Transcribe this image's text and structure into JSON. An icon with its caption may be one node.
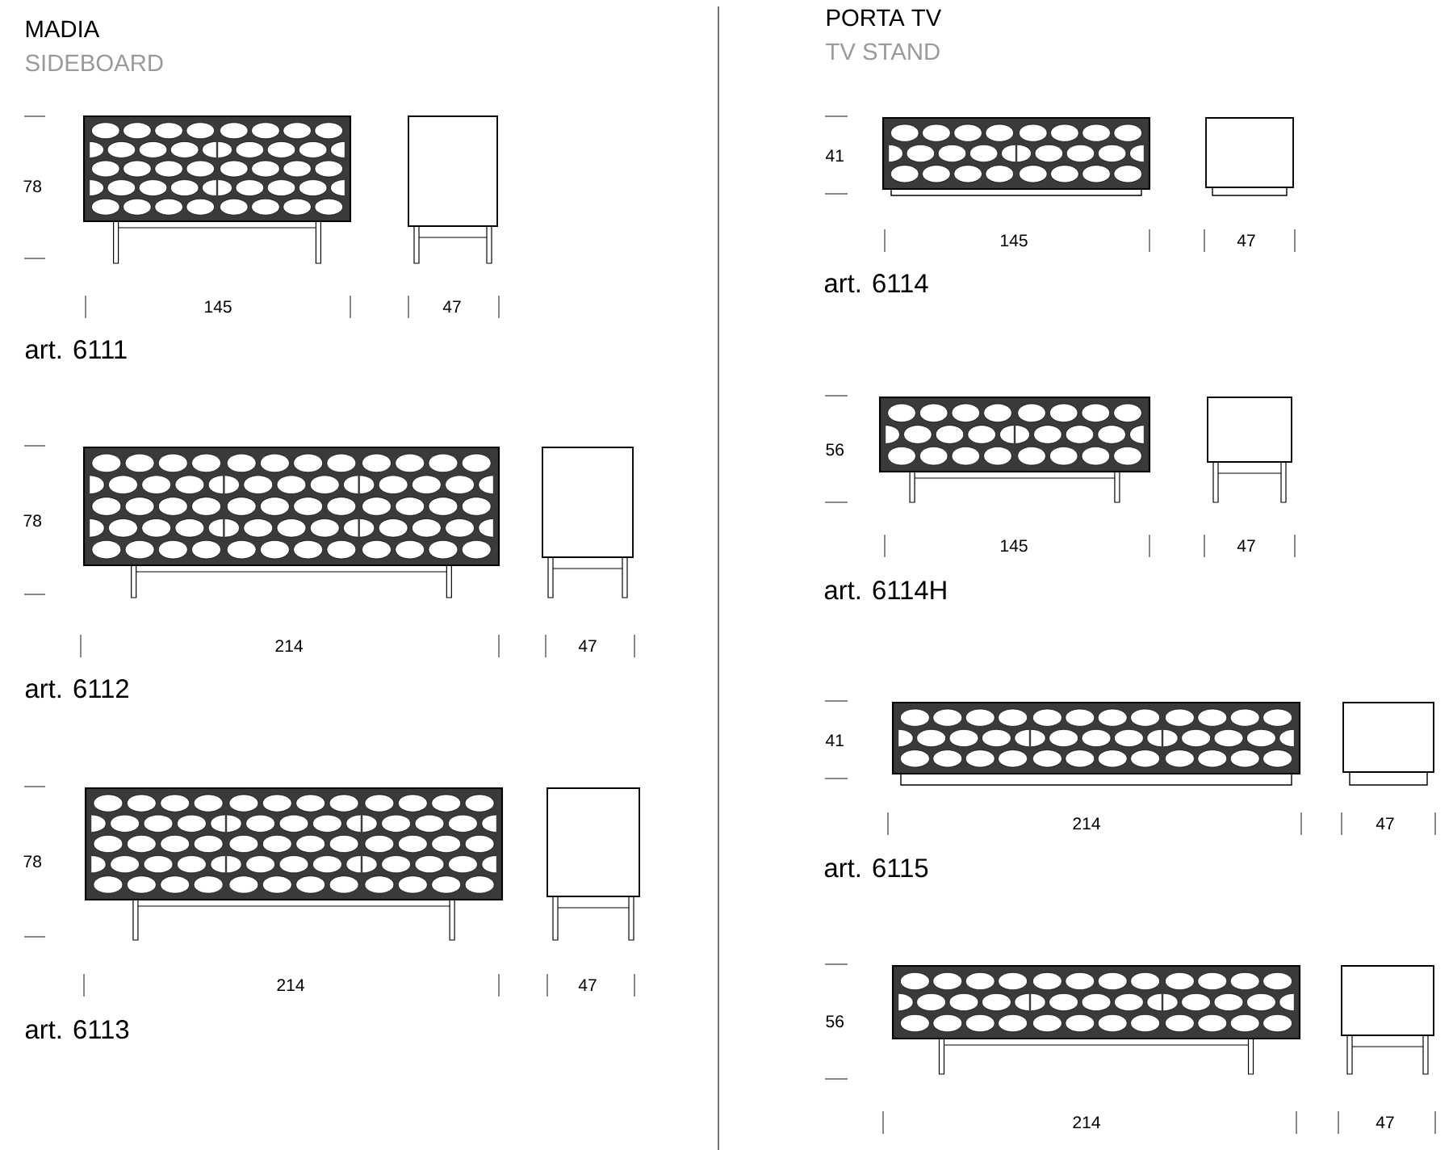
{
  "diagram": {
    "labels": [
      "MADIA",
      "SIDEBOARD",
      "PORTA TV",
      "TV STAND",
      "78",
      "145",
      "47",
      "art. 6111",
      "78",
      "214",
      "47",
      "art. 6112",
      "78",
      "214",
      "47",
      "art. 6113",
      "41",
      "145",
      "47",
      "art. 6114",
      "56",
      "145",
      "47",
      "art. 6114H",
      "41",
      "214",
      "47",
      "art. 6115",
      "56",
      "214",
      "47"
    ]
  }
}
